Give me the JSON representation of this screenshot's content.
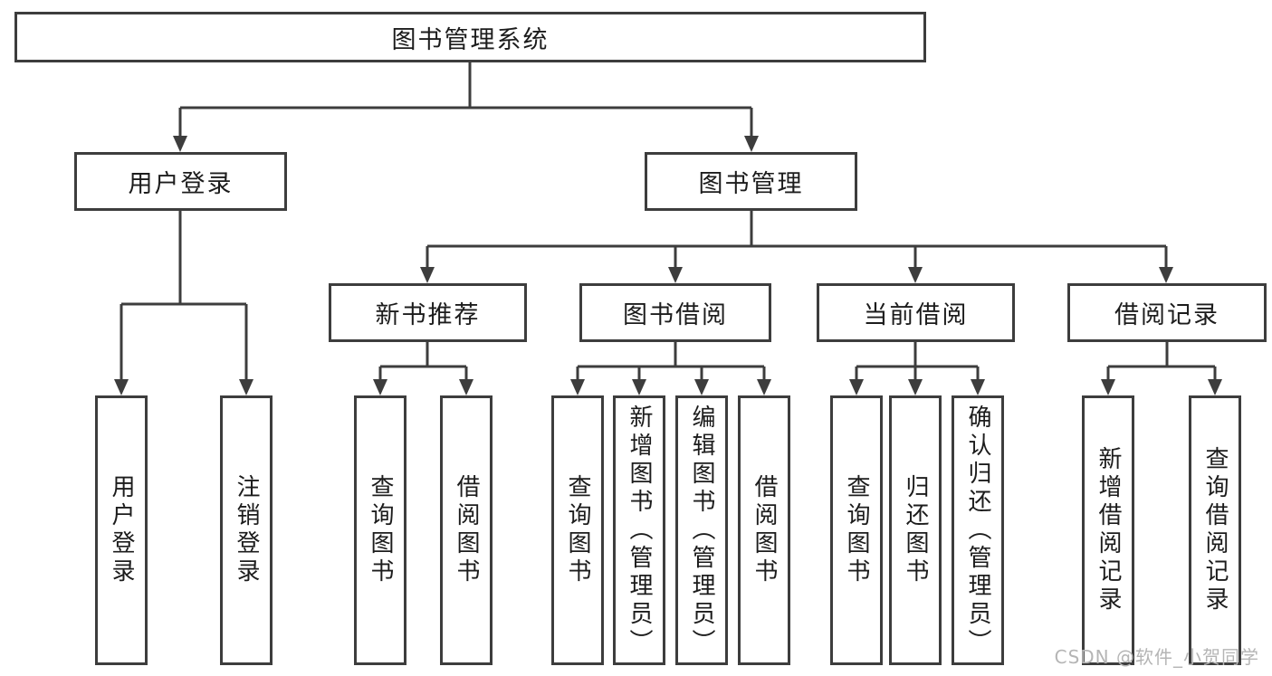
{
  "nodes": {
    "root": {
      "label": "图书管理系统"
    },
    "user_login": {
      "label": "用户登录"
    },
    "book_management": {
      "label": "图书管理"
    },
    "new_book_recommend": {
      "label": "新书推荐"
    },
    "book_borrow": {
      "label": "图书借阅"
    },
    "current_borrow": {
      "label": "当前借阅"
    },
    "borrow_records": {
      "label": "借阅记录"
    },
    "leaf_user_login": {
      "label": "用户登录"
    },
    "leaf_logout": {
      "label": "注销登录"
    },
    "leaf_query_book_1": {
      "label": "查询图书"
    },
    "leaf_borrow_book_1": {
      "label": "借阅图书"
    },
    "leaf_query_book_2": {
      "label": "查询图书"
    },
    "leaf_add_book": {
      "label": "新增图书（管理员）"
    },
    "leaf_edit_book": {
      "label": "编辑图书（管理员）"
    },
    "leaf_borrow_book_2": {
      "label": "借阅图书"
    },
    "leaf_query_book_3": {
      "label": "查询图书"
    },
    "leaf_return_book": {
      "label": "归还图书"
    },
    "leaf_confirm_return": {
      "label": "确认归还（管理员）"
    },
    "leaf_add_record": {
      "label": "新增借阅记录"
    },
    "leaf_query_record": {
      "label": "查询借阅记录"
    }
  },
  "watermark": {
    "text": "CSDN @软件_小贺同学"
  },
  "colors": {
    "line": "#3d3d3d",
    "text": "#1c1c1c",
    "background": "#ffffff",
    "watermark": "#b5b5b5"
  }
}
